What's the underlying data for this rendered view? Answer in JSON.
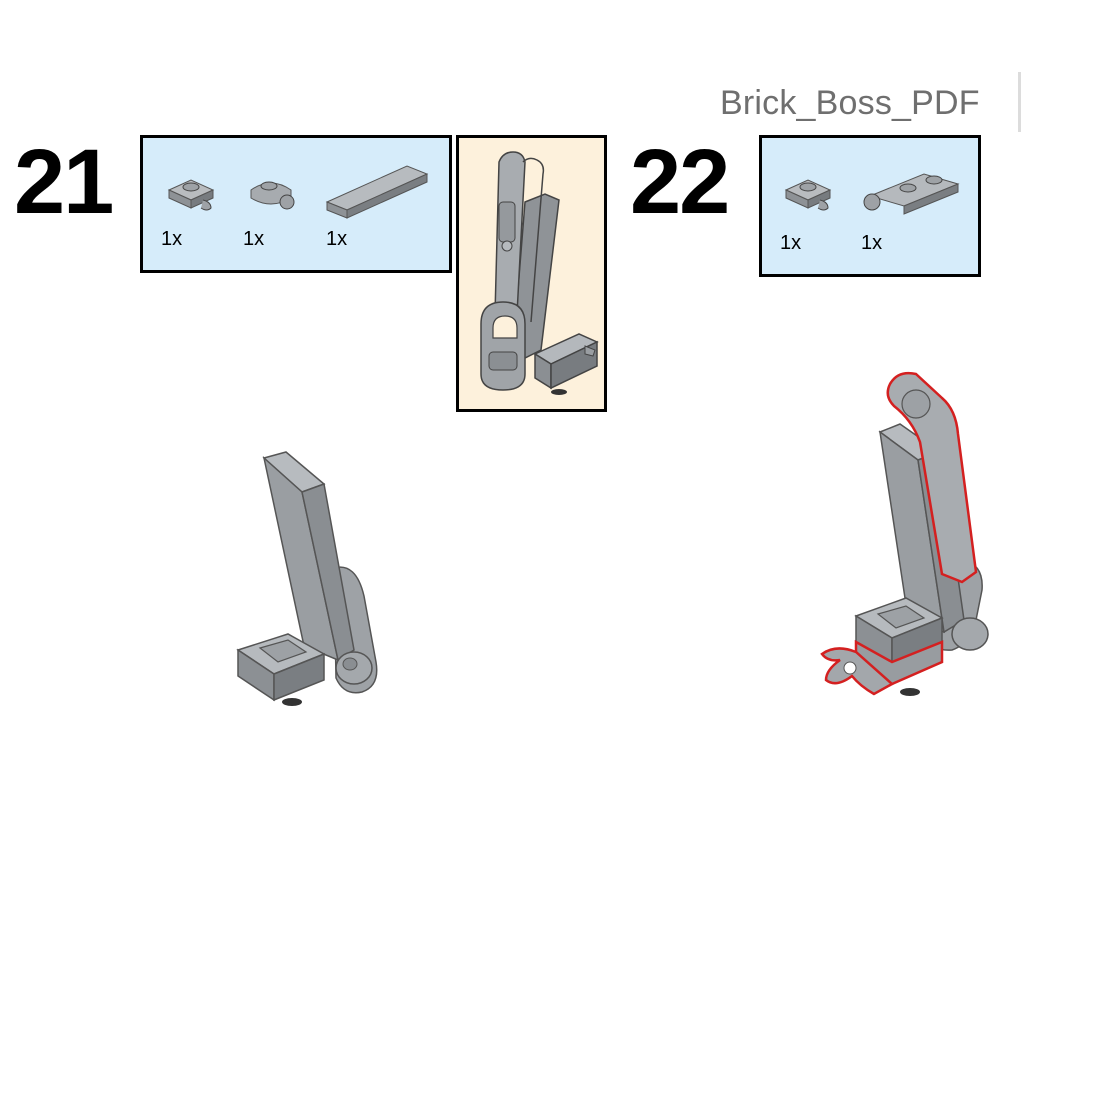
{
  "watermark": "Brick_Boss_PDF",
  "steps": [
    {
      "number": "21",
      "parts": [
        {
          "icon": "plate-1x1-clip-icon",
          "qty": "1x"
        },
        {
          "icon": "plate-1x1-round-clip-icon",
          "qty": "1x"
        },
        {
          "icon": "tile-1x4-icon",
          "qty": "1x"
        }
      ]
    },
    {
      "number": "22",
      "parts": [
        {
          "icon": "plate-1x1-clip-icon",
          "qty": "1x"
        },
        {
          "icon": "plate-1x2-bar-clip-icon",
          "qty": "1x"
        }
      ]
    }
  ],
  "colors": {
    "parts_box_bg": "#d6ecfa",
    "subassembly_bg": "#fdf1dc",
    "brick_gray": "#a3a7ab",
    "highlight_red": "#d42020"
  }
}
